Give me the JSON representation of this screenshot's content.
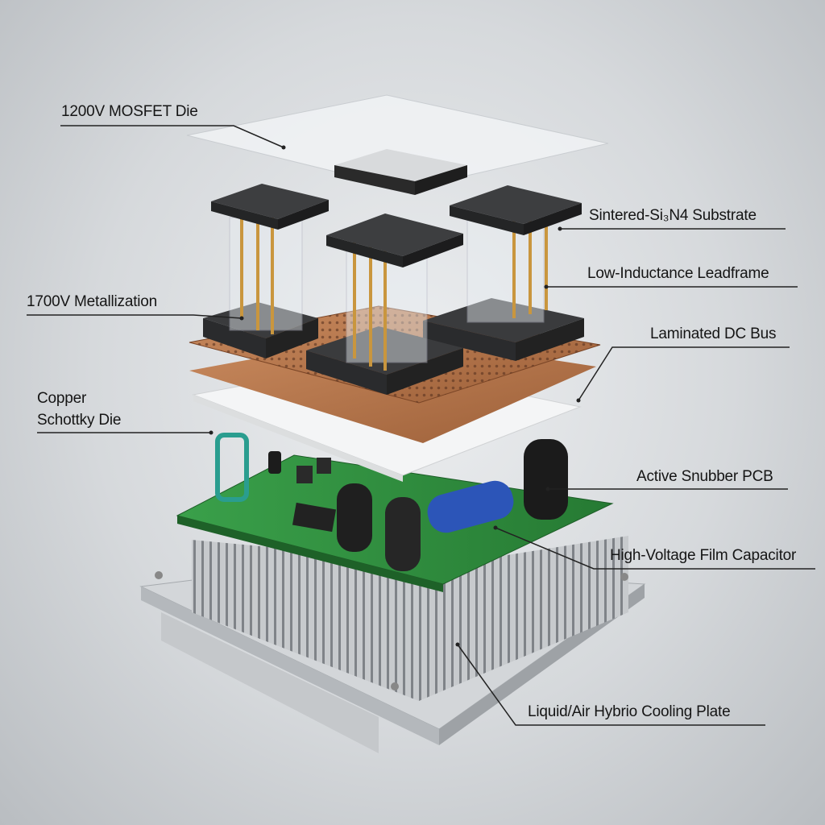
{
  "diagram": {
    "labels": {
      "mosfet_die": "1200V MOSFET Die",
      "substrate": "Sintered-Si₃N4 Substrate",
      "leadframe": "Low-Inductance Leadframe",
      "metallization": "1700V Metallization",
      "dc_bus": "Laminated DC Bus",
      "schottky_line1": "Copper",
      "schottky_line2": "Schottky Die",
      "snubber_pcb": "Active Snubber PCB",
      "film_capacitor": "High-Voltage Film Capacitor",
      "cooling_plate": "Liquid/Air Hybrio Cooling Plate"
    },
    "colors": {
      "copper": "#b8754a",
      "pcb": "#2f8f3c",
      "module": "#3a3b3d",
      "capacitor_blue": "#2c55b8",
      "heatsink": "#c9cccf"
    }
  }
}
